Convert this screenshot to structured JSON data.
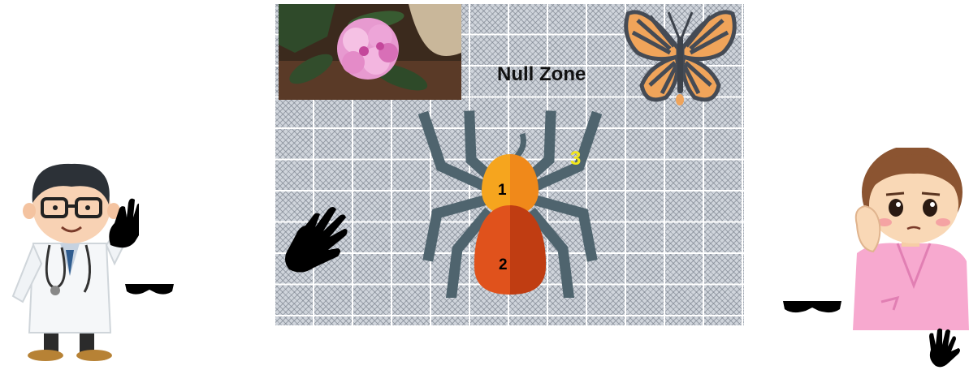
{
  "board": {
    "zone_label": "Null Zone"
  },
  "spider": {
    "labels": [
      "1",
      "2",
      "3"
    ],
    "colors": {
      "legs": "#4f646e",
      "head_light": "#f6a51e",
      "head_dark": "#f0891a",
      "body_light": "#e0521c",
      "body_dark": "#c03d12",
      "label_3": "#f3e61a"
    }
  },
  "images": {
    "flower": "flower-photo",
    "butterfly": "butterfly",
    "doctor": "doctor-character",
    "patient": "patient-character"
  },
  "accessories": [
    "black-glove-icon",
    "black-goggles-icon"
  ]
}
